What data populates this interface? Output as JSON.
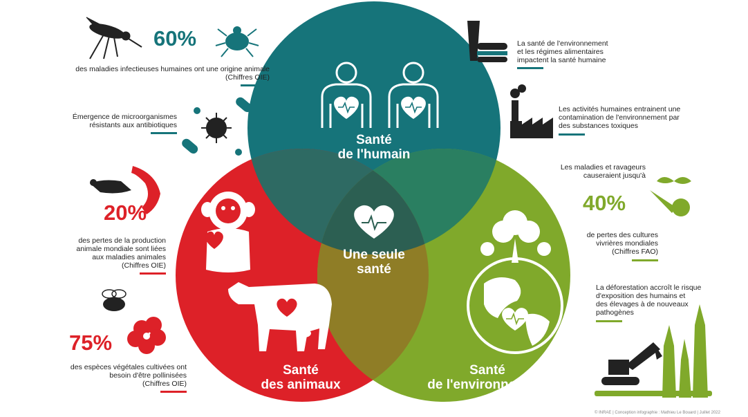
{
  "colors": {
    "human": "#16747a",
    "animal": "#dd2128",
    "environment": "#80a92b",
    "overlap_dark": "#3a4d4d",
    "text": "#222222"
  },
  "circles": {
    "human": {
      "line1": "Santé",
      "line2": "de l'humain"
    },
    "animal": {
      "line1": "Santé",
      "line2": "des animaux"
    },
    "environment": {
      "line1": "Santé",
      "line2": "de l'environnement"
    }
  },
  "center": {
    "line1": "Une seule",
    "line2": "santé"
  },
  "left": {
    "stat1": {
      "pct": "60%",
      "line1": "des maladies infectieuses humaines ont une origine animale",
      "line2": "(Chiffres OIE)"
    },
    "micro": {
      "line1": "Émergence de microorganismes",
      "line2": "résistants aux antibiotiques"
    },
    "stat2": {
      "pct": "20%",
      "line1": "des pertes de la production",
      "line2": "animale mondiale sont liées",
      "line3": "aux maladies animales",
      "line4": "(Chiffres OIE)"
    },
    "stat3": {
      "pct": "75%",
      "line1": "des espèces végétales cultivées ont",
      "line2": "besoin d'être pollinisées",
      "line3": "(Chiffres OIE)"
    }
  },
  "right": {
    "diet": {
      "line1": "La santé de l'environnement",
      "line2": "et les régimes alimentaires",
      "line3": "impactent la santé humaine"
    },
    "industry": {
      "line1": "Les activités humaines entrainent une",
      "line2": "contamination de l'environnement par",
      "line3": "des substances toxiques"
    },
    "stat4": {
      "pre1": "Les maladies et ravageurs",
      "pre2": "causeraient jusqu'à",
      "pct": "40%",
      "line1": "de pertes des cultures",
      "line2": "vivrières mondiales",
      "line3": "(Chiffres FAO)"
    },
    "defor": {
      "line1": "La déforestation accroît le risque",
      "line2": "d'exposition des humains et",
      "line3": "des élevages à de nouveaux",
      "line4": "pathogènes"
    }
  },
  "credit": "© INRAE | Conception infographie : Mathieu Le Bouard | Juillet 2022"
}
